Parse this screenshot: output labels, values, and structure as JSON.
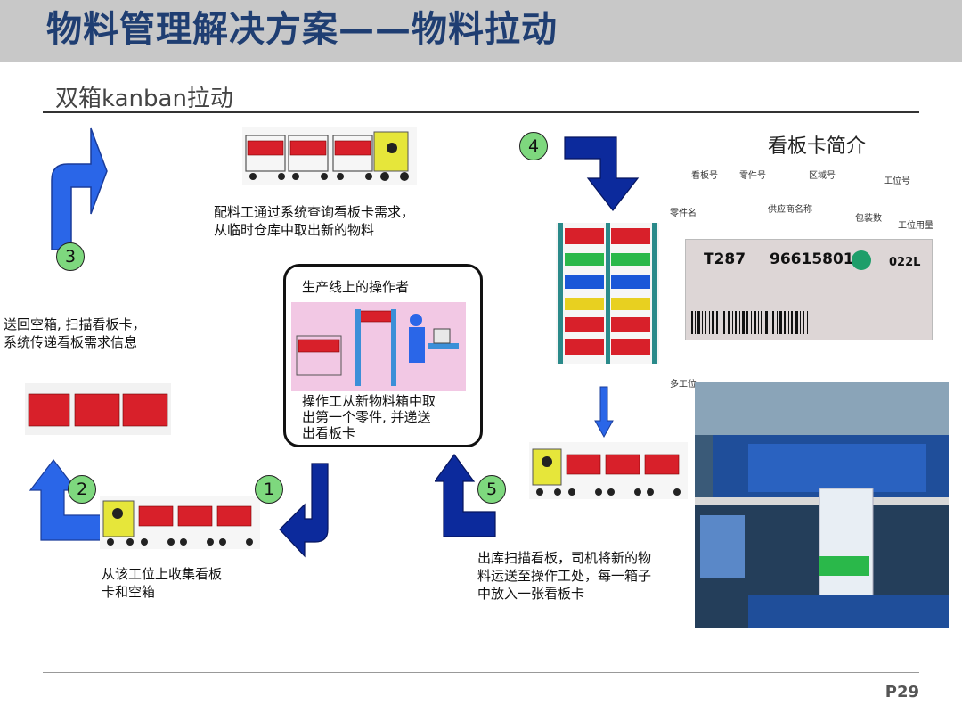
{
  "header": {
    "title": "物料管理解决方案——物料拉动",
    "subtitle": "双箱kanban拉动"
  },
  "steps": {
    "s1": "1",
    "s2": "2",
    "s3": "3",
    "s4": "4",
    "s5": "5"
  },
  "captions": {
    "top": [
      "配料工通过系统查询看板卡需求，",
      "从临时仓库中取出新的物料"
    ],
    "left": [
      "送回空箱, 扫描看板卡，",
      "系统传递看板需求信息"
    ],
    "bottom_left": [
      "从该工位上收集看板",
      "卡和空箱"
    ],
    "bottom_right": [
      "出库扫描看板，司机将新的物",
      "料运送至操作工处，每一箱子",
      "中放入一张看板卡"
    ]
  },
  "center": {
    "title": "生产线上的操作者",
    "text": [
      "操作工从新物料箱中取",
      "出第一个零件, 并递送",
      "出看板卡"
    ]
  },
  "kanban_card": {
    "title": "看板卡简介",
    "labels": [
      "看板号",
      "零件号",
      "区域号",
      "工位号",
      "零件名",
      "供应商名称",
      "包装数",
      "工位用量",
      "多工位"
    ],
    "card_text": [
      "T287",
      "96615801",
      "022L"
    ]
  },
  "footer": {
    "page": "P29"
  },
  "colors": {
    "title": "#1f3e72",
    "arrow_blue": "#1a57d8",
    "arrow_navy": "#0b1f8c",
    "step_circle": "#7ed87e",
    "bin_red": "#d8202a"
  }
}
